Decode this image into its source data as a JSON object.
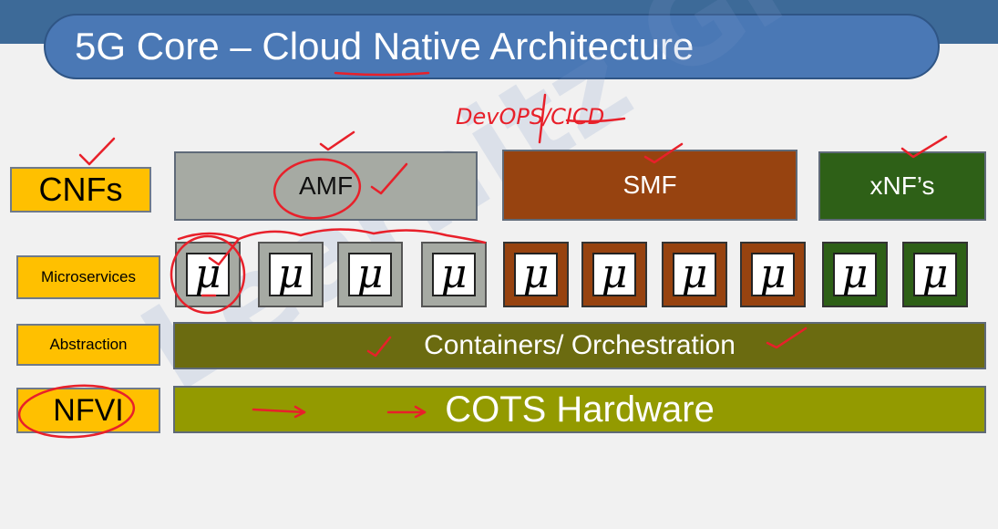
{
  "title": "5G Core – Cloud Native Architecture",
  "watermark": "Learnitz Glob al",
  "handwritten_note": "DevOPS/CICD",
  "labels": {
    "cnfs": "CNFs",
    "microservices": "Microservices",
    "abstraction": "Abstraction",
    "nfvi": "NFVI"
  },
  "nfs": {
    "amf": "AMF",
    "smf": "SMF",
    "xnf": "xNF’s"
  },
  "microservice_symbol": "μ",
  "abstraction_bar": "Containers/ Orchestration",
  "hardware_bar": "COTS Hardware",
  "colors": {
    "title_bg": "#4a78b5",
    "label_bg": "#ffc000",
    "amf": "#a6aaa3",
    "smf": "#974310",
    "xnf": "#2e6017",
    "abstraction": "#6b6b10",
    "hardware": "#939a00",
    "annotation": "#e8202a"
  }
}
